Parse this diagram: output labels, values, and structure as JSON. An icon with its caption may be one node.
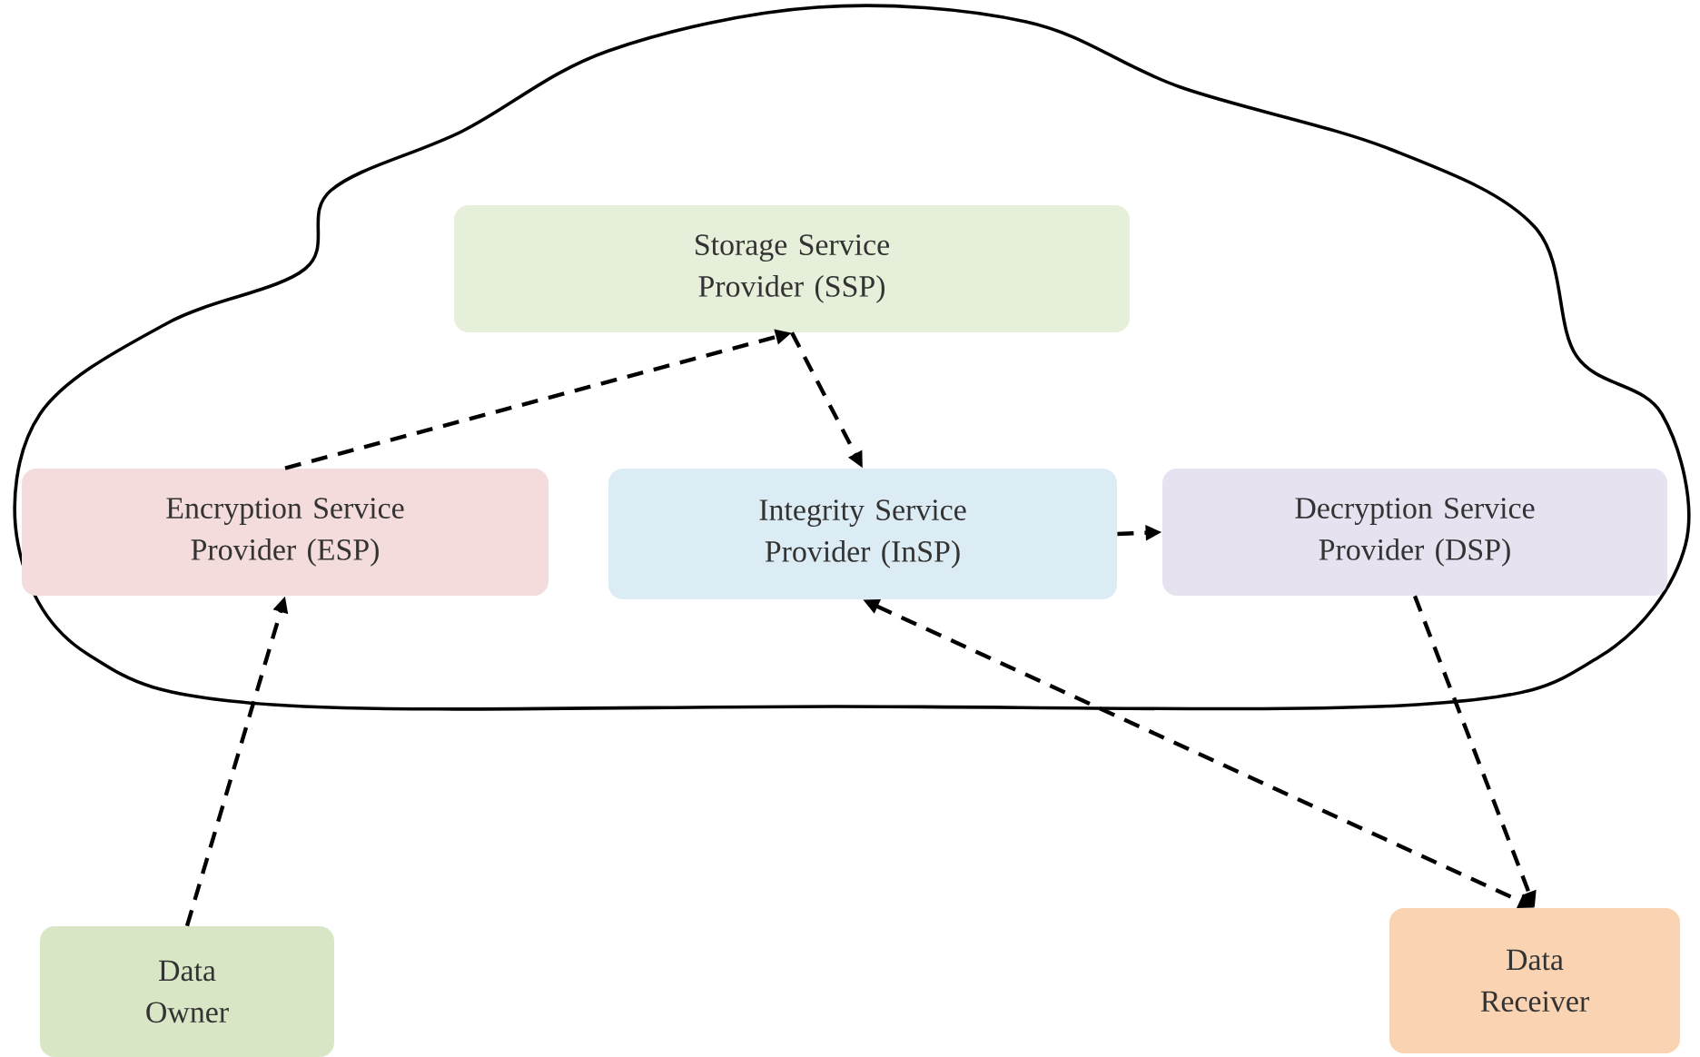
{
  "diagram": {
    "nodes": [
      {
        "text": [],
        "shape": "cloud"
      },
      {
        "text": [
          "Storage Service Provider (SSP)"
        ],
        "in": 0
      },
      {
        "text": [
          "Encryption Service Provider (ESP)"
        ],
        "in": 0
      },
      {
        "text": [
          "Integrity Service Provider (InSP)"
        ],
        "in": 0
      },
      {
        "text": [
          "Decryption Service Provider (DSP)"
        ],
        "in": 0
      },
      {
        "text": [
          "Data Owner"
        ]
      },
      {
        "text": [
          "Data Receiver"
        ]
      }
    ],
    "edges": [
      {
        "from": 2,
        "to": 1,
        "arrow": "to",
        "style": "dashed"
      },
      {
        "from": 1,
        "to": 3,
        "arrow": "to",
        "style": "dashed"
      },
      {
        "from": 3,
        "to": 4,
        "arrow": "to",
        "style": "dashed"
      },
      {
        "from": 5,
        "to": 2,
        "arrow": "to",
        "style": "dashed"
      },
      {
        "from": 3,
        "to": 6,
        "arrow": "both",
        "style": "dashed"
      },
      {
        "from": 4,
        "to": 6,
        "arrow": "to",
        "style": "dashed"
      }
    ]
  }
}
